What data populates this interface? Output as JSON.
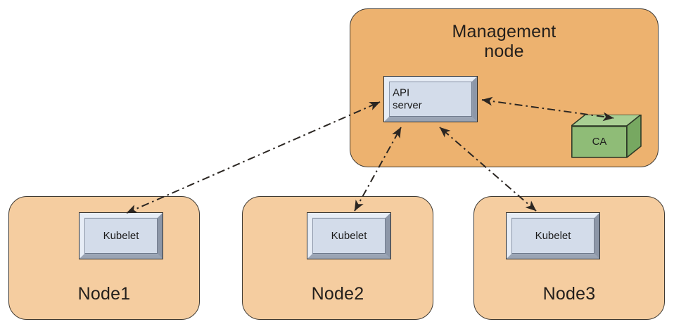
{
  "diagram": {
    "title": "Kubernetes node / API server / CA trust diagram",
    "colors": {
      "management_fill": "#edb26f",
      "node_fill": "#f5cda0",
      "component_fill": "#d3dcea",
      "component_frame": "#b9c3d3",
      "ca_fill": "#8fbc77",
      "ca_top": "#a9cf93",
      "ca_side": "#77a861",
      "outline": "#3f3a33",
      "connector": "#2b2622",
      "text": "#231f1c",
      "background": "#ffffff"
    }
  },
  "management_node": {
    "label": "Management\nnode",
    "api_server": {
      "label": "API\nserver"
    },
    "ca": {
      "label": "CA"
    }
  },
  "nodes": [
    {
      "label": "Node1",
      "component": {
        "label": "Kubelet"
      }
    },
    {
      "label": "Node2",
      "component": {
        "label": "Kubelet"
      }
    },
    {
      "label": "Node3",
      "component": {
        "label": "Kubelet"
      }
    }
  ],
  "connectors": [
    {
      "name": "kubelet1-apiserver",
      "from": "Node1 Kubelet",
      "to": "API server",
      "style": "dash-dot",
      "arrows": "both"
    },
    {
      "name": "kubelet2-apiserver",
      "from": "Node2 Kubelet",
      "to": "API server",
      "style": "dash-dot",
      "arrows": "both"
    },
    {
      "name": "kubelet3-apiserver",
      "from": "Node3 Kubelet",
      "to": "API server",
      "style": "dash-dot",
      "arrows": "both"
    },
    {
      "name": "apiserver-ca",
      "from": "API server",
      "to": "CA",
      "style": "dash-dot",
      "arrows": "both"
    }
  ]
}
